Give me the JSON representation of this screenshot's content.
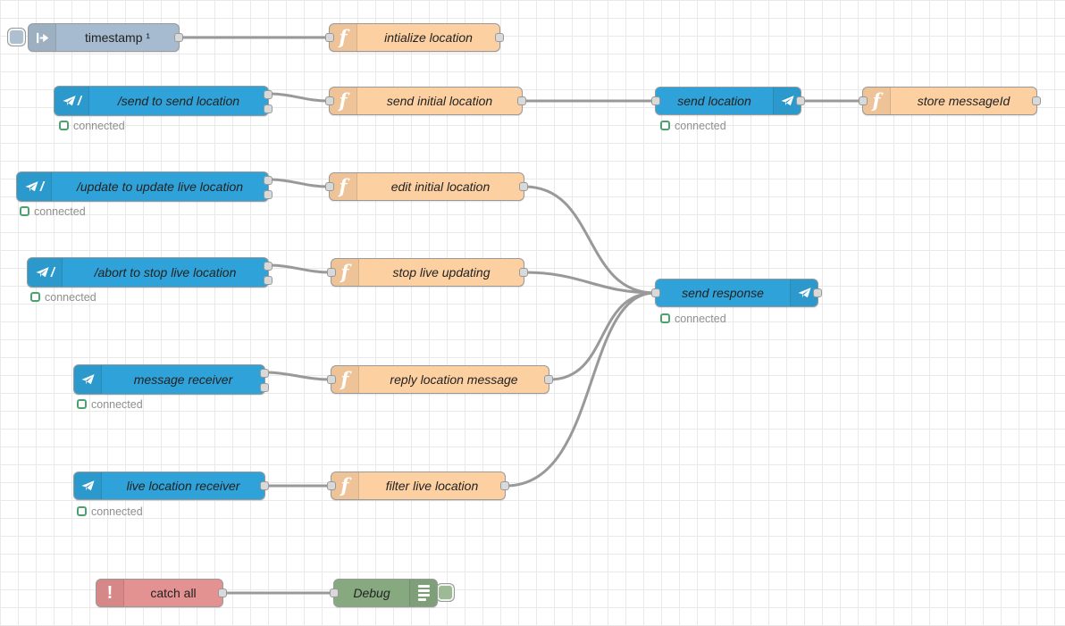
{
  "app": {
    "name": "Node-RED flow editor workspace"
  },
  "colors": {
    "telegram_blue": "#2fa3d9",
    "function_orange": "#fdd0a2",
    "inject_blue_gray": "#a6bbcf",
    "catch_red": "#e49191",
    "debug_green": "#87a980",
    "wire_gray": "#999999",
    "status_green": "#4ca26c",
    "status_text_gray": "#8f8f8f",
    "grid_line": "#e9e9e9"
  },
  "status": {
    "connected_label": "connected"
  },
  "nodes": [
    {
      "id": "inject-timestamp",
      "type": "inject",
      "label": "timestamp ¹"
    },
    {
      "id": "initialize-location",
      "type": "function",
      "label": "intialize location"
    },
    {
      "id": "cmd-send",
      "type": "telegram-command",
      "label": "/send to send location",
      "status": "connected"
    },
    {
      "id": "send-initial-location",
      "type": "function",
      "label": "send initial location"
    },
    {
      "id": "send-location",
      "type": "telegram-sender",
      "label": "send location",
      "status": "connected"
    },
    {
      "id": "store-messageid",
      "type": "function",
      "label": "store messageId"
    },
    {
      "id": "cmd-update",
      "type": "telegram-command",
      "label": "/update to update live location",
      "status": "connected"
    },
    {
      "id": "edit-initial-location",
      "type": "function",
      "label": "edit initial location"
    },
    {
      "id": "cmd-abort",
      "type": "telegram-command",
      "label": "/abort to stop live location",
      "status": "connected"
    },
    {
      "id": "stop-live-updating",
      "type": "function",
      "label": "stop live updating"
    },
    {
      "id": "send-response",
      "type": "telegram-sender",
      "label": "send response",
      "status": "connected"
    },
    {
      "id": "message-receiver",
      "type": "telegram-receiver",
      "label": "message receiver",
      "status": "connected"
    },
    {
      "id": "reply-location-message",
      "type": "function",
      "label": "reply location message"
    },
    {
      "id": "live-location-receiver",
      "type": "telegram-receiver",
      "label": "live location receiver",
      "status": "connected"
    },
    {
      "id": "filter-live-location",
      "type": "function",
      "label": "filter live location"
    },
    {
      "id": "catch-all",
      "type": "catch",
      "label": "catch all"
    },
    {
      "id": "debug",
      "type": "debug",
      "label": "Debug"
    }
  ],
  "connections": [
    {
      "from": "inject-timestamp",
      "to": "initialize-location"
    },
    {
      "from": "cmd-send",
      "to": "send-initial-location"
    },
    {
      "from": "send-initial-location",
      "to": "send-location"
    },
    {
      "from": "send-location",
      "to": "store-messageid"
    },
    {
      "from": "cmd-update",
      "to": "edit-initial-location"
    },
    {
      "from": "cmd-abort",
      "to": "stop-live-updating"
    },
    {
      "from": "edit-initial-location",
      "to": "send-response"
    },
    {
      "from": "stop-live-updating",
      "to": "send-response"
    },
    {
      "from": "message-receiver",
      "to": "reply-location-message"
    },
    {
      "from": "reply-location-message",
      "to": "send-response"
    },
    {
      "from": "live-location-receiver",
      "to": "filter-live-location"
    },
    {
      "from": "filter-live-location",
      "to": "send-response"
    },
    {
      "from": "catch-all",
      "to": "debug"
    }
  ]
}
